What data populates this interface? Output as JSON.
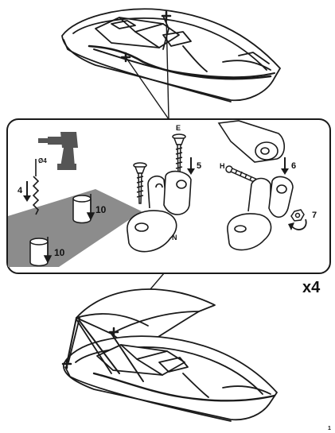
{
  "colors": {
    "ink": "#1a1a1a",
    "shade": "#8c8c8c",
    "drill": "#555555",
    "paper": "#ffffff"
  },
  "icons": [
    "power-drill-icon",
    "drill-bit-icon",
    "rotate-arrow-icon",
    "screw-icon",
    "cross-marker-icon"
  ],
  "labels": {
    "drill_bit": "Ø4",
    "step_drill": "4",
    "depth_a": "10",
    "depth_b": "10",
    "screw_e": "E",
    "step_screw": "5",
    "bracket_n": "N",
    "bolt_h": "H",
    "step_bolt": "6",
    "step_nut": "7",
    "quantity": "x4",
    "page_mark": "1"
  }
}
